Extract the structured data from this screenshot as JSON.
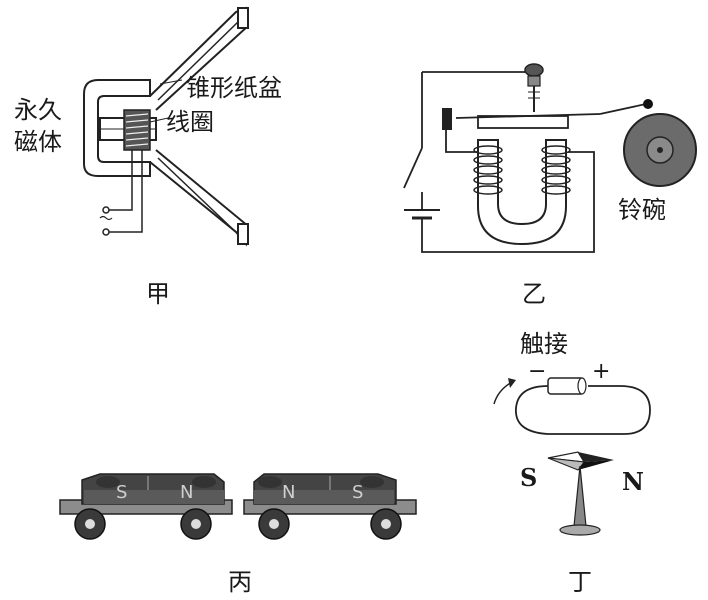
{
  "labels": {
    "fig_jia": "甲",
    "fig_yi": "乙",
    "fig_bing": "丙",
    "fig_ding": "丁",
    "permanent_magnet_line1": "永久",
    "permanent_magnet_line2": "磁体",
    "cone_paper": "锥形纸盆",
    "coil": "线圈",
    "bell_bowl": "铃碗",
    "touch": "触接",
    "minus": "−",
    "plus": "+",
    "s_pole": "S",
    "n_pole": "N",
    "car_left_s": "S",
    "car_left_n": "N",
    "car_right_n": "N",
    "car_right_s": "S"
  }
}
